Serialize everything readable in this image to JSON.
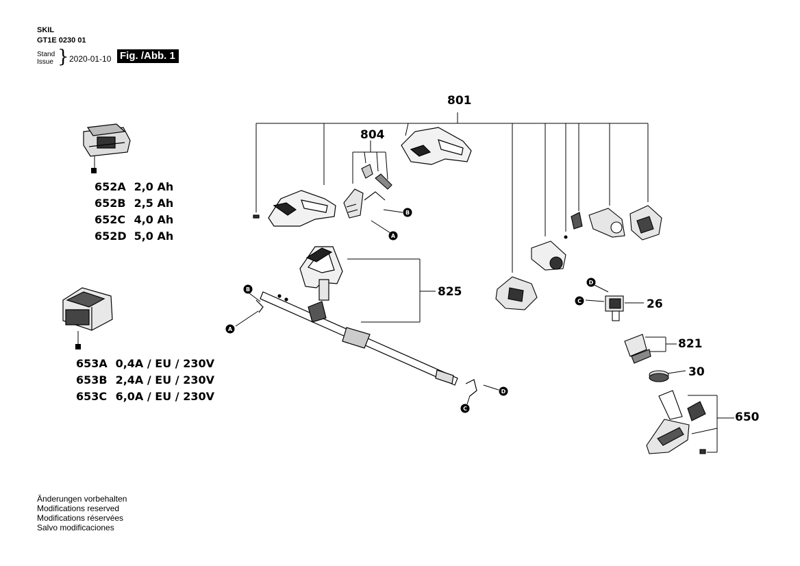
{
  "header": {
    "brand": "SKIL",
    "doc_number": "GT1E 0230 01",
    "stand_label": "Stand",
    "issue_label": "Issue",
    "date": "2020-01-10",
    "figure": "Fig. /Abb. 1"
  },
  "parts": {
    "p801": "801",
    "p804": "804",
    "p825": "825",
    "p26": "26",
    "p821": "821",
    "p30": "30",
    "p650": "650"
  },
  "batteries": [
    {
      "code": "652A",
      "spec": "2,0 Ah"
    },
    {
      "code": "652B",
      "spec": "2,5 Ah"
    },
    {
      "code": "652C",
      "spec": "4,0 Ah"
    },
    {
      "code": "652D",
      "spec": "5,0 Ah"
    }
  ],
  "chargers": [
    {
      "code": "653A",
      "spec": "0,4A / EU / 230V"
    },
    {
      "code": "653B",
      "spec": "2,4A / EU / 230V"
    },
    {
      "code": "653C",
      "spec": "6,0A / EU / 230V"
    }
  ],
  "callouts": {
    "a": "A",
    "b": "B",
    "c": "C",
    "d": "D"
  },
  "footer": [
    "Änderungen vorbehalten",
    "Modifications reserved",
    "Modifications réservées",
    "Salvo modificaciones"
  ]
}
